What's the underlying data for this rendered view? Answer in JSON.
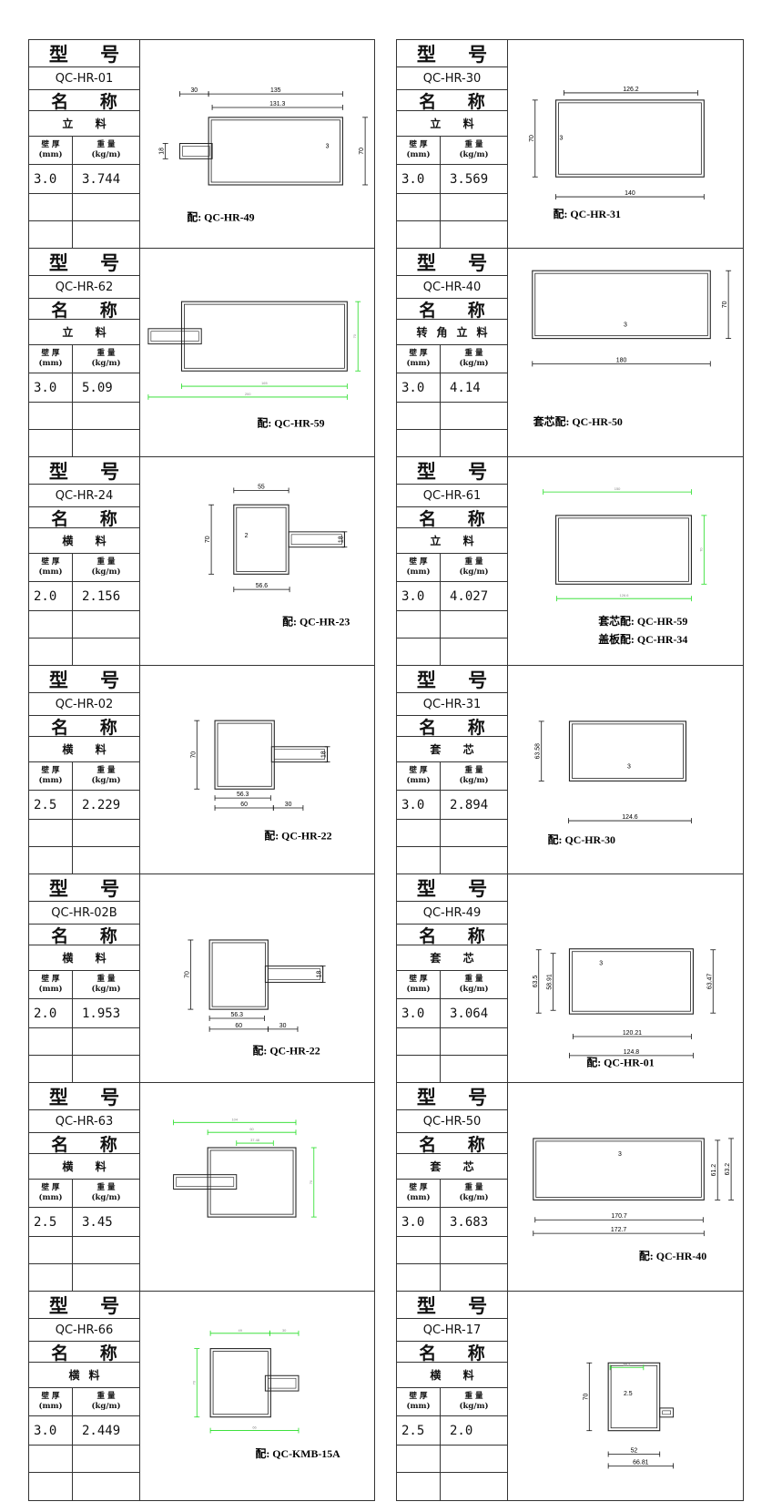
{
  "headers": {
    "model": "型 号",
    "name": "名 称",
    "thickness": "壁 厚",
    "thickness_unit": "(mm)",
    "weight": "重 量",
    "weight_unit": "(kg/m)"
  },
  "colors": {
    "line": "#222222",
    "dim": "#111111",
    "green_dim": "#22dd22"
  },
  "left": [
    {
      "code": "QC-HR-01",
      "name": "立 料",
      "thickness": "3.0",
      "weight": "3.744",
      "dims": [
        "30",
        "135",
        "131.3",
        "18",
        "70",
        "3"
      ],
      "fittings": [
        "配: QC-HR-49"
      ]
    },
    {
      "code": "QC-HR-62",
      "name": "立 料",
      "thickness": "3.0",
      "weight": "5.09",
      "dims": [
        "70",
        "165",
        "200"
      ],
      "fittings": [
        "配: QC-HR-59"
      ]
    },
    {
      "code": "QC-HR-24",
      "name": "横 料",
      "thickness": "2.0",
      "weight": "2.156",
      "dims": [
        "55",
        "70",
        "2",
        "18",
        "56.6"
      ],
      "fittings": [
        "配: QC-HR-23"
      ]
    },
    {
      "code": "QC-HR-02",
      "name": "横 料",
      "thickness": "2.5",
      "weight": "2.229",
      "dims": [
        "70",
        "18",
        "56.3",
        "60",
        "30"
      ],
      "fittings": [
        "配: QC-HR-22"
      ]
    },
    {
      "code": "QC-HR-02B",
      "name": "横 料",
      "thickness": "2.0",
      "weight": "1.953",
      "dims": [
        "70",
        "18",
        "56.3",
        "60",
        "30"
      ],
      "fittings": [
        "配: QC-HR-22"
      ]
    },
    {
      "code": "QC-HR-63",
      "name": "横 料",
      "thickness": "2.5",
      "weight": "3.45",
      "dims": [
        "104",
        "60",
        "37.48",
        "70"
      ],
      "fittings": []
    },
    {
      "code": "QC-HR-66",
      "name": "横料",
      "thickness": "3.0",
      "weight": "2.449",
      "dims": [
        "49",
        "30",
        "70",
        "66"
      ],
      "fittings": [
        "配: QC-KMB-15A"
      ]
    }
  ],
  "right": [
    {
      "code": "QC-HR-30",
      "name": "立 料",
      "thickness": "3.0",
      "weight": "3.569",
      "dims": [
        "126.2",
        "70",
        "3",
        "140"
      ],
      "fittings": [
        "配: QC-HR-31"
      ]
    },
    {
      "code": "QC-HR-40",
      "name": "转角立料",
      "thickness": "3.0",
      "weight": "4.14",
      "dims": [
        "70",
        "180",
        "3"
      ],
      "fittings": [
        "套芯配: QC-HR-50"
      ]
    },
    {
      "code": "QC-HR-61",
      "name": "立 料",
      "thickness": "3.0",
      "weight": "4.027",
      "dims": [
        "150",
        "70",
        "126.6"
      ],
      "fittings": [
        "套芯配: QC-HR-59",
        "盖板配: QC-HR-34"
      ]
    },
    {
      "code": "QC-HR-31",
      "name": "套 芯",
      "thickness": "3.0",
      "weight": "2.894",
      "dims": [
        "63.58",
        "124.6",
        "3"
      ],
      "fittings": [
        "配: QC-HR-30"
      ]
    },
    {
      "code": "QC-HR-49",
      "name": "套 芯",
      "thickness": "3.0",
      "weight": "3.064",
      "dims": [
        "63.5",
        "58.91",
        "63.47",
        "3",
        "120.21",
        "124.8"
      ],
      "fittings": [
        "配: QC-HR-01"
      ]
    },
    {
      "code": "QC-HR-50",
      "name": "套 芯",
      "thickness": "3.0",
      "weight": "3.683",
      "dims": [
        "61.2",
        "63.2",
        "3",
        "170.7",
        "172.7"
      ],
      "fittings": [
        "配: QC-HR-40"
      ]
    },
    {
      "code": "QC-HR-17",
      "name": "横 料",
      "thickness": "2.5",
      "weight": "2.0",
      "dims": [
        "70",
        "2.5",
        "52",
        "66.81",
        "55.2"
      ],
      "fittings": []
    }
  ]
}
